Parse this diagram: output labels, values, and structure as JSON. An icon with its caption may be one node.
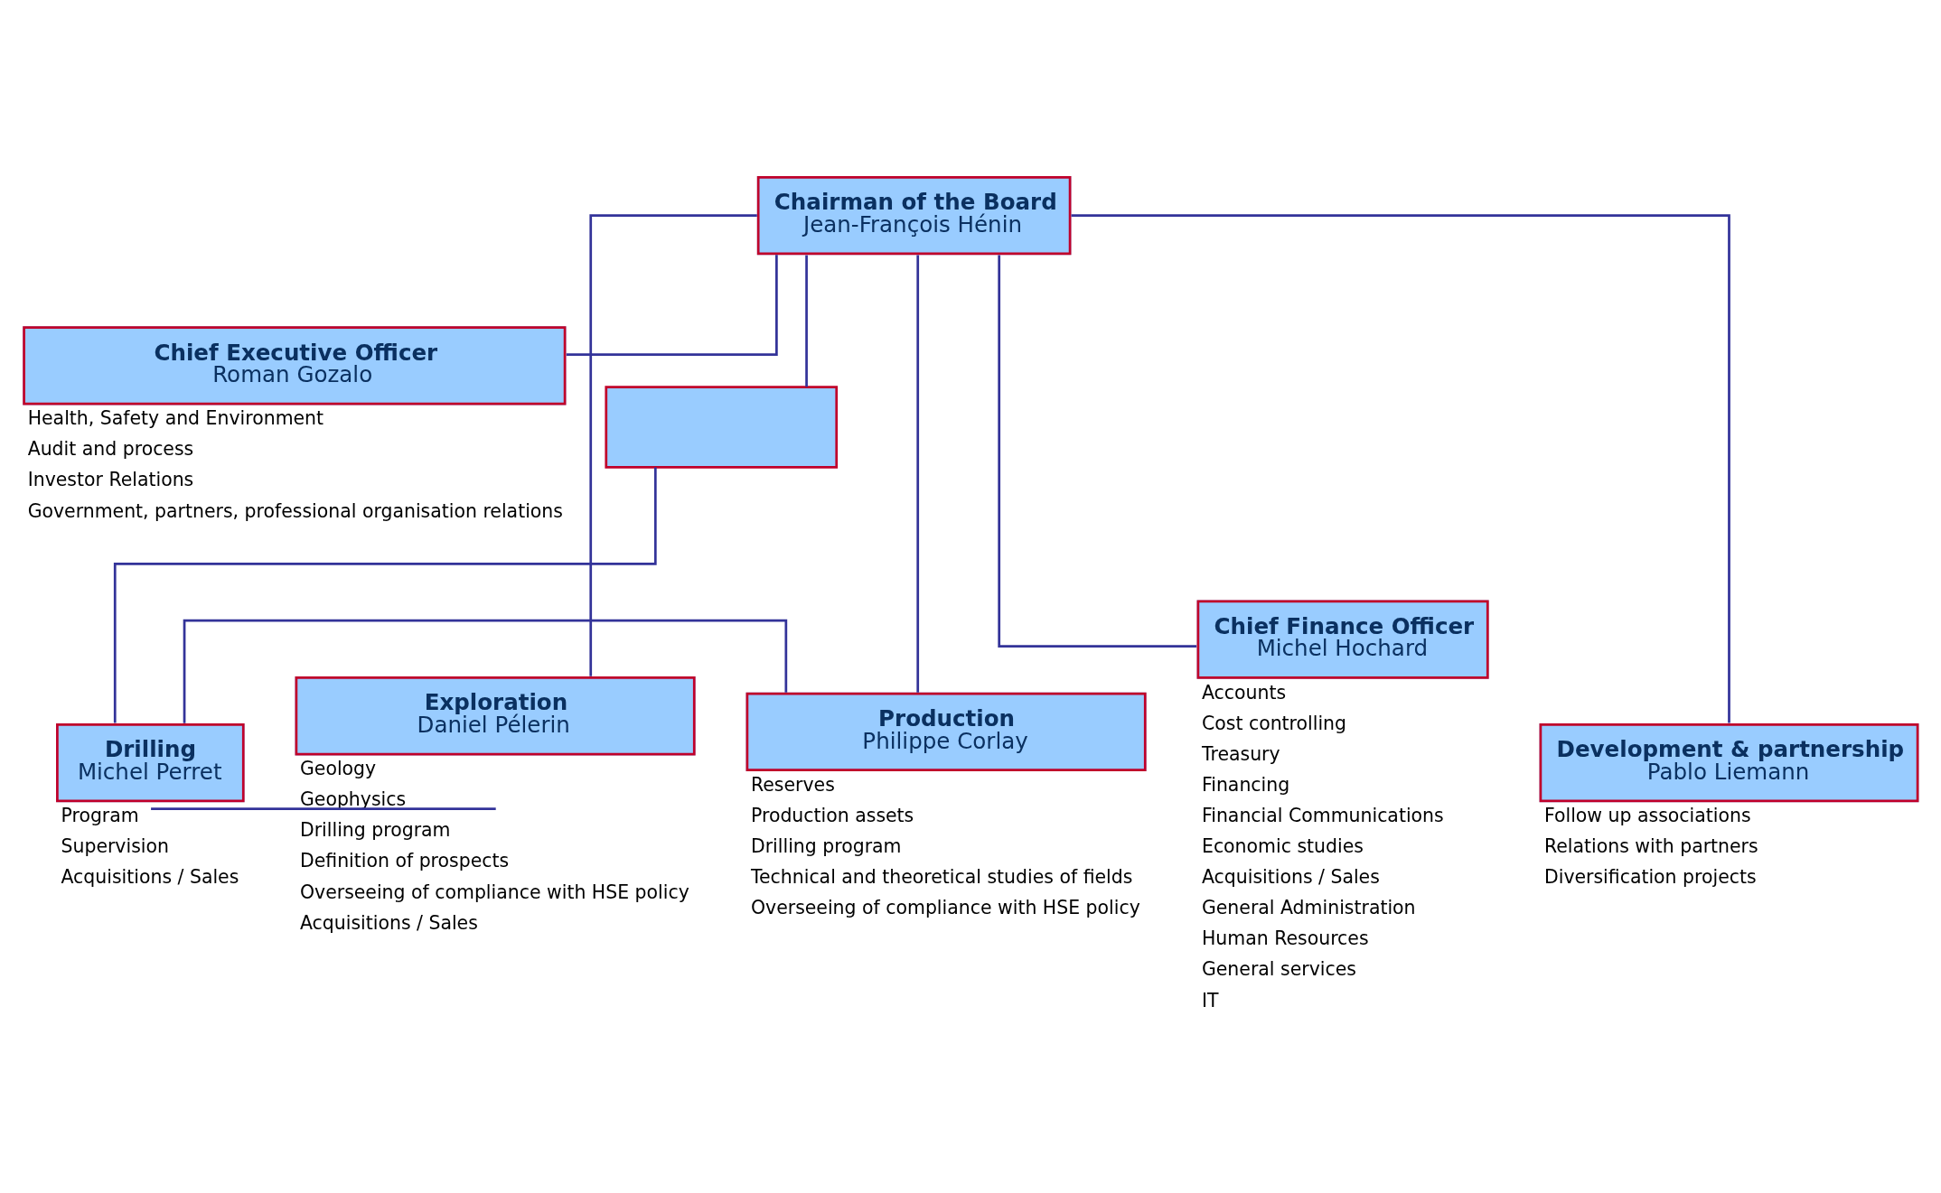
{
  "diagram": {
    "nodes": [
      {
        "text": [
          "Chairman of the Board",
          "Jean-François Hénin"
        ]
      },
      {
        "text": [
          "Chief Executive Officer",
          "Roman Gozalo"
        ],
        "beside": [
          "Health, Safety and Environment",
          "Audit and process",
          "Investor Relations",
          "Government, partners, professional organisation relations"
        ]
      },
      {
        "text": [],
        "shape": "box"
      },
      {
        "text": [
          "Exploration",
          "Daniel Pélerin"
        ],
        "beside": [
          "Geology",
          "Geophysics",
          "Drilling program",
          "Definition of prospects",
          "Overseeing of compliance with HSE policy",
          "Acquisitions / Sales"
        ]
      },
      {
        "text": [
          "Drilling",
          "Michel Perret"
        ],
        "beside": [
          "Program",
          "Supervision",
          "Acquisitions / Sales"
        ]
      },
      {
        "text": [
          "Production",
          "Philippe Corlay"
        ],
        "beside": [
          "Reserves",
          "Production assets",
          "Drilling program",
          "Technical and theoretical studies of fields",
          "Overseeing of compliance with HSE policy"
        ]
      },
      {
        "text": [
          "Chief Finance Officer",
          "Michel Hochard"
        ],
        "beside": [
          "Accounts",
          "Cost controlling",
          "Treasury",
          "Financing",
          "Financial Communications",
          "Economic studies",
          "Acquisitions / Sales",
          "General Administration",
          "Human Resources",
          "General services",
          "IT"
        ]
      },
      {
        "text": [
          "Development & partnership",
          "Pablo Liemann"
        ],
        "beside": [
          "Follow up associations",
          "Relations with partners",
          "Diversification projects"
        ]
      }
    ],
    "edges": [
      {
        "from": 0,
        "to": 1,
        "arrow": "none"
      },
      {
        "from": 0,
        "to": 2,
        "arrow": "none"
      },
      {
        "from": 0,
        "to": 3,
        "arrow": "none"
      },
      {
        "from": 2,
        "to": 4,
        "arrow": "none"
      },
      {
        "from": 0,
        "to": 5,
        "arrow": "none"
      },
      {
        "from": 0,
        "to": 6,
        "arrow": "none"
      },
      {
        "from": 0,
        "to": 7,
        "arrow": "none"
      },
      {
        "from": 3,
        "to": 4,
        "arrow": "none"
      },
      {
        "from": 4,
        "to": 5,
        "arrow": "none"
      }
    ]
  }
}
